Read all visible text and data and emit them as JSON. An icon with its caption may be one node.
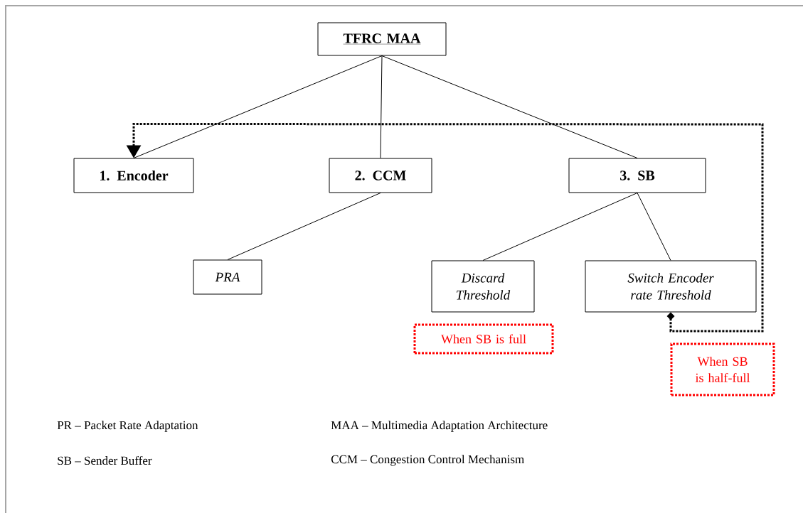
{
  "diagram": {
    "nodes": [
      {
        "text": [
          "TFRC MAA"
        ]
      },
      {
        "text": [
          "1. Encoder"
        ]
      },
      {
        "text": [
          "2. CCM"
        ]
      },
      {
        "text": [
          "3. SB"
        ]
      },
      {
        "text": [
          "PRA"
        ]
      },
      {
        "text": [
          "Discard Threshold"
        ]
      },
      {
        "text": [
          "Switch Encoder rate Threshold"
        ]
      },
      {
        "text": [
          "When SB is full"
        ]
      },
      {
        "text": [
          "When SB is half-full"
        ]
      }
    ],
    "edges": [
      {
        "from": 0,
        "to": 1,
        "arrow": "none"
      },
      {
        "from": 0,
        "to": 2,
        "arrow": "none"
      },
      {
        "from": 0,
        "to": 3,
        "arrow": "none"
      },
      {
        "from": 2,
        "to": 4,
        "arrow": "none"
      },
      {
        "from": 3,
        "to": 5,
        "arrow": "none"
      },
      {
        "from": 3,
        "to": 6,
        "arrow": "none"
      },
      {
        "from": 6,
        "to": 1,
        "arrow": "to",
        "style": "dashed"
      }
    ],
    "labels": [
      "PR – Packet Rate Adaptation",
      "MAA – Multimedia Adaptation Architecture",
      "SB – Sender Buffer",
      "CCM – Congestion Control Mechanism"
    ]
  }
}
